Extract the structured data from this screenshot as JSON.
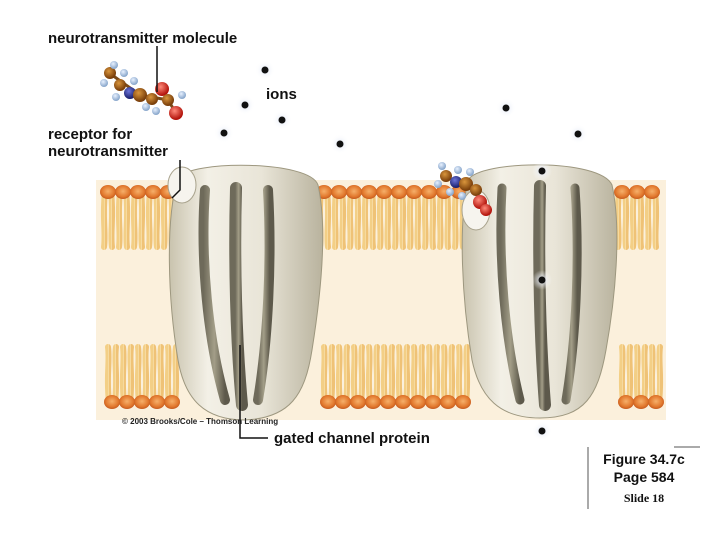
{
  "labels": {
    "neurotransmitter": "neurotransmitter molecule",
    "ions": "ions",
    "receptor_line1": "receptor for",
    "receptor_line2": "neurotransmitter",
    "gated_channel": "gated channel protein",
    "copyright": "© 2003 Brooks/Cole – Thomson Learning"
  },
  "figure_box": {
    "figure": "Figure 34.7c",
    "page": "Page 584",
    "slide": "Slide 18"
  },
  "colors": {
    "lipid_head": "#e2792e",
    "lipid_tail": "#f7d99a",
    "protein": "#e6e2d3",
    "ion": "#111111"
  }
}
